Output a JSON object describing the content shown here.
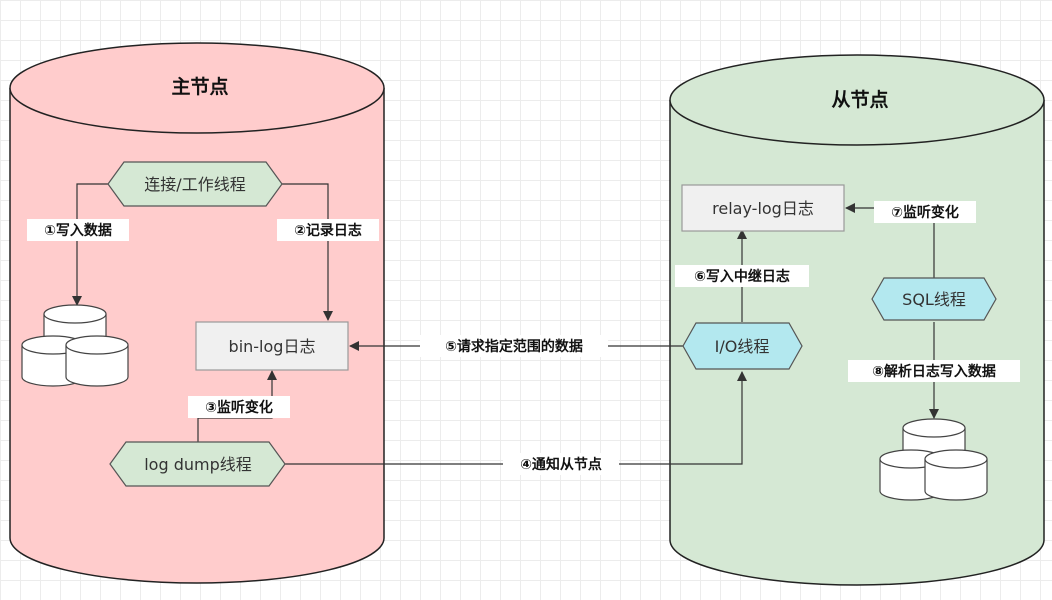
{
  "colors": {
    "master_fill": "#ffcccc",
    "slave_fill": "#d5e8d4",
    "thread_green": "#d5e8d4",
    "thread_blue": "#b3e8ef",
    "log_box": "#f0f0f0"
  },
  "master": {
    "title": "主节点",
    "conn_thread": "连接/工作线程",
    "binlog": "bin-log日志",
    "dump_thread": "log dump线程",
    "step1": "①写入数据",
    "step2": "②记录日志",
    "step3": "③监听变化"
  },
  "slave": {
    "title": "从节点",
    "relay_log": "relay-log日志",
    "io_thread": "I/O线程",
    "sql_thread": "SQL线程",
    "step6": "⑥写入中继日志",
    "step7": "⑦监听变化",
    "step8": "⑧解析日志写入数据"
  },
  "links": {
    "step4": "④通知从节点",
    "step5": "⑤请求指定范围的数据"
  }
}
